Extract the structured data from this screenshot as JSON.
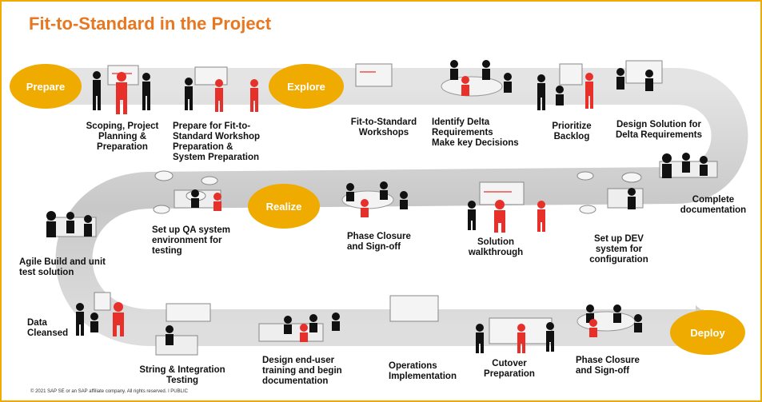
{
  "title": "Fit-to-Standard in the Project",
  "phases": {
    "prepare": "Prepare",
    "explore": "Explore",
    "realize": "Realize",
    "deploy": "Deploy"
  },
  "steps": {
    "scoping": "Scoping, Project\nPlanning &\nPreparation",
    "prepare_workshop": "Prepare for Fit-to-\nStandard Workshop\nPreparation &\nSystem Preparation",
    "fts_workshops": "Fit-to-Standard\nWorkshops",
    "identify_delta": "Identify Delta\nRequirements\nMake key Decisions",
    "prioritize": "Prioritize\nBacklog",
    "design_solution": "Design Solution for\nDelta Requirements",
    "complete_doc": "Complete\ndocumentation",
    "setup_dev": "Set up DEV\nsystem  for\nconfiguration",
    "solution_walk": "Solution\nwalkthrough",
    "phase_closure_1": "Phase Closure\nand Sign-off",
    "setup_qa": "Set up QA system\nenvironment for\ntesting",
    "agile_build": "Agile Build and unit\ntest solution",
    "data_cleansed": "Data\nCleansed",
    "string_testing": "String & Integration\nTesting",
    "design_training": "Design end-user\ntraining and begin\ndocumentation",
    "operations": "Operations\nImplementation",
    "cutover": "Cutover\nPreparation",
    "phase_closure_2": "Phase Closure\nand Sign-off"
  },
  "footer": "© 2021 SAP SE or an SAP affiliate company. All rights reserved.  ǀ  PUBLIC",
  "colors": {
    "accent": "#f0ab00",
    "title": "#e87722",
    "road": "#d0d0d0",
    "figure_dark": "#111111",
    "figure_red": "#e8302a"
  }
}
